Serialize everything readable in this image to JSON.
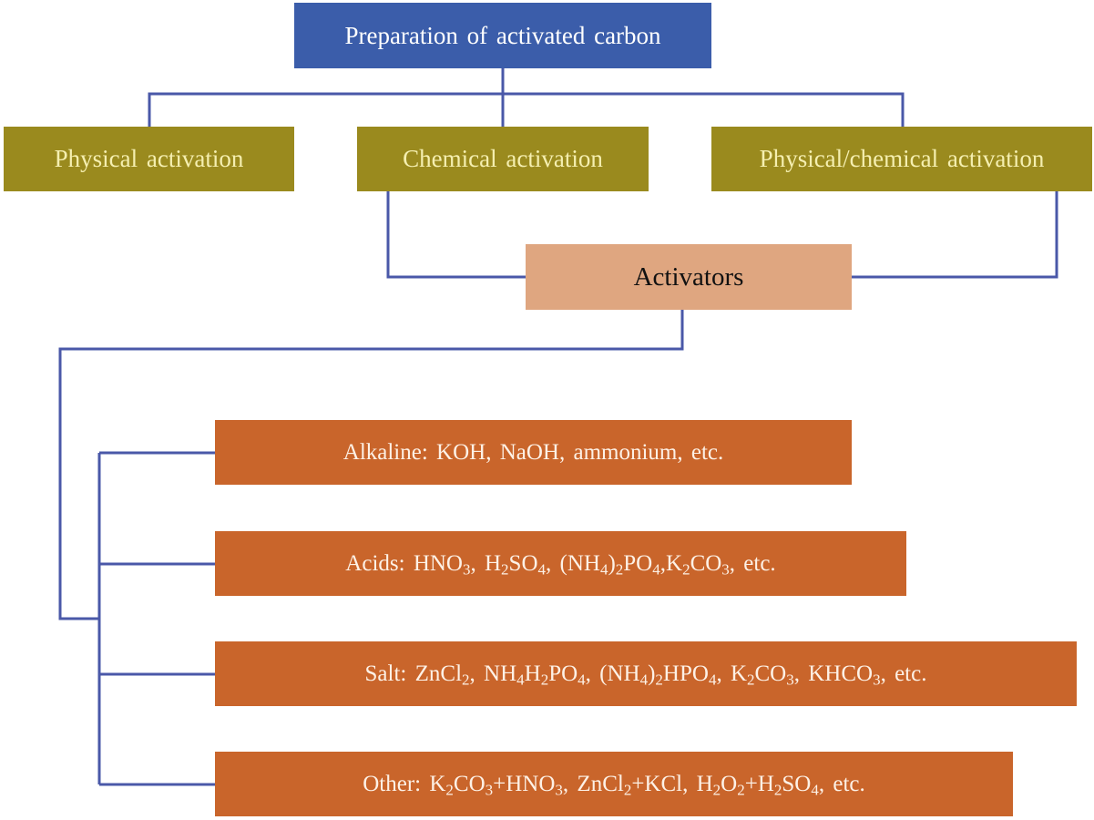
{
  "colors": {
    "root_fill": "#3b5daa",
    "method_fill": "#9a8a1e",
    "activators_fill": "#dfa680",
    "category_fill": "#c9652b",
    "connector_line": "#4a58a8"
  },
  "root": {
    "label": "Preparation of activated carbon"
  },
  "methods": [
    {
      "label": "Physical activation"
    },
    {
      "label": "Chemical activation"
    },
    {
      "label": "Physical/chemical activation"
    }
  ],
  "activators": {
    "label": "Activators"
  },
  "categories": [
    {
      "html": "Alkaline: KOH, NaOH, ammonium, etc."
    },
    {
      "html": "Acids: HNO<sub>3</sub>, H<sub>2</sub>SO<sub>4</sub>, (NH<sub>4</sub>)<sub>2</sub>PO<sub>4</sub>,K<sub>2</sub>CO<sub>3</sub>, etc."
    },
    {
      "html": "Salt: ZnCl<sub>2</sub>, NH<sub>4</sub>H<sub>2</sub>PO<sub>4</sub>, (NH<sub>4</sub>)<sub>2</sub>HPO<sub>4</sub>, K<sub>2</sub>CO<sub>3</sub>, KHCO<sub>3</sub>, etc."
    },
    {
      "html": "Other: K<sub>2</sub>CO<sub>3</sub>+HNO<sub>3</sub>, ZnCl<sub>2</sub>+KCl, H<sub>2</sub>O<sub>2</sub>+H<sub>2</sub>SO<sub>4</sub>, etc."
    }
  ]
}
